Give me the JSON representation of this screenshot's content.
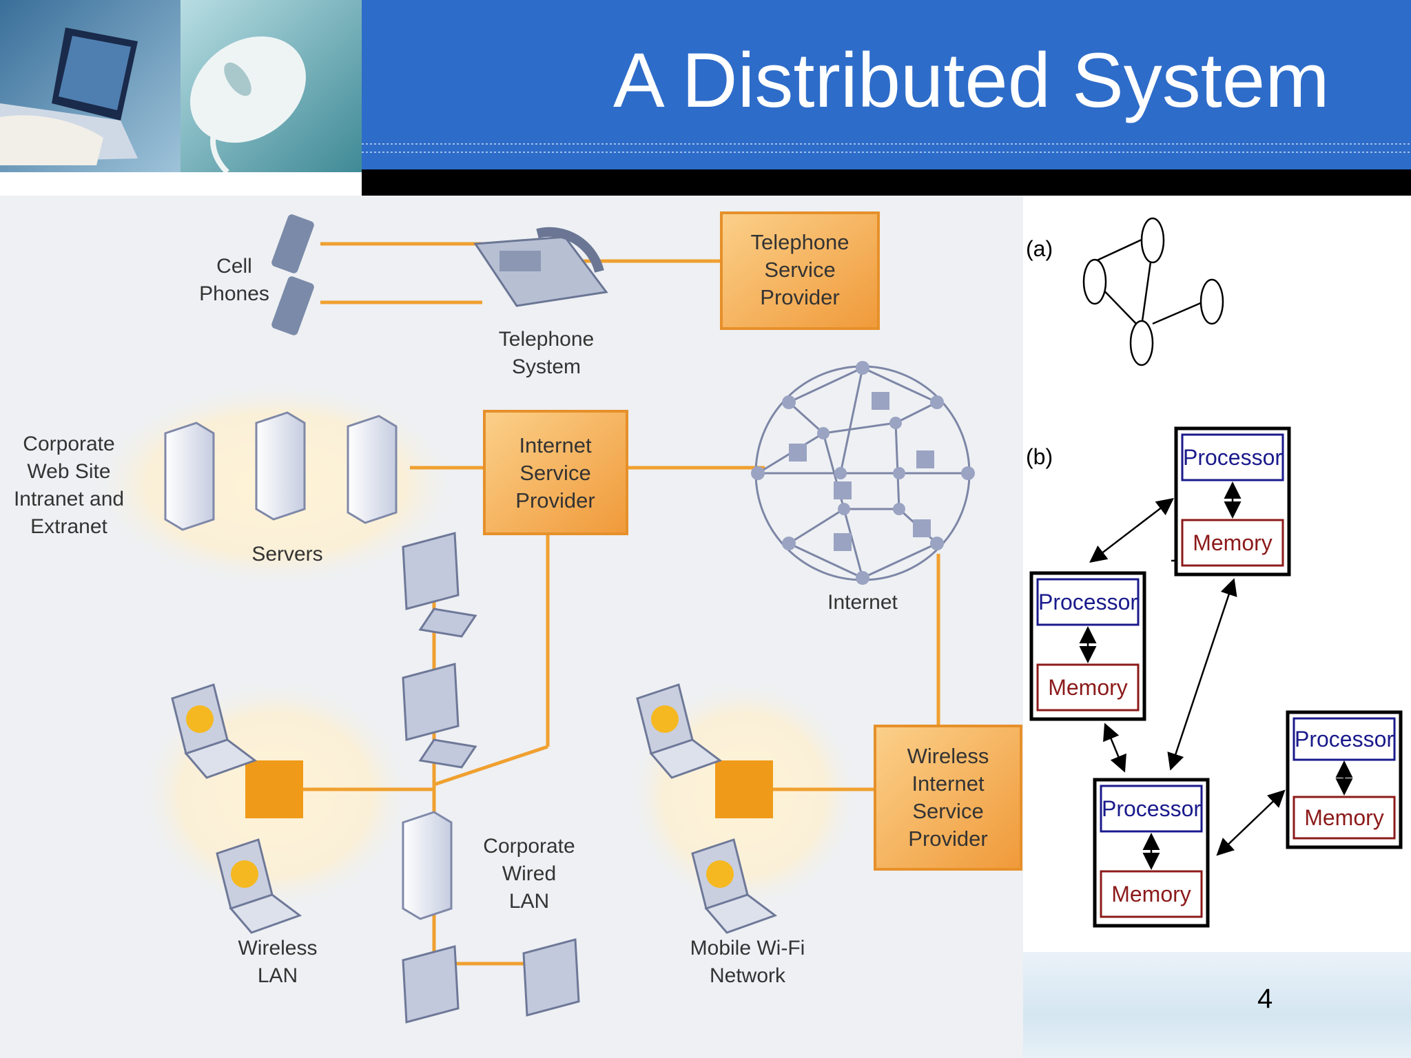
{
  "slide": {
    "title": "A Distributed System",
    "page_number": "4"
  },
  "network_diagram": {
    "labels": {
      "cell_phones": [
        "Cell",
        "Phones"
      ],
      "telephone_system": [
        "Telephone",
        "System"
      ],
      "telephone_service_provider": [
        "Telephone",
        "Service",
        "Provider"
      ],
      "corporate_web_site": [
        "Corporate",
        "Web Site",
        "Intranet and",
        "Extranet"
      ],
      "servers": "Servers",
      "internet_service_provider": [
        "Internet",
        "Service",
        "Provider"
      ],
      "internet": "Internet",
      "wireless_lan": [
        "Wireless",
        "LAN"
      ],
      "corporate_wired_lan": [
        "Corporate",
        "Wired",
        "LAN"
      ],
      "mobile_wifi": [
        "Mobile Wi-Fi",
        "Network"
      ],
      "wireless_isp": [
        "Wireless",
        "Internet",
        "Service",
        "Provider"
      ]
    }
  },
  "graph_a": {
    "label": "(a)"
  },
  "graph_b": {
    "label": "(b)",
    "processor_label": "Processor",
    "memory_label": "Memory"
  },
  "colors": {
    "header_blue": "#2e6cc9",
    "orange_box": "#f4a84a",
    "orange_line": "#f0a030",
    "processor_text": "#1a1a8c",
    "memory_text": "#8c1a1a"
  }
}
